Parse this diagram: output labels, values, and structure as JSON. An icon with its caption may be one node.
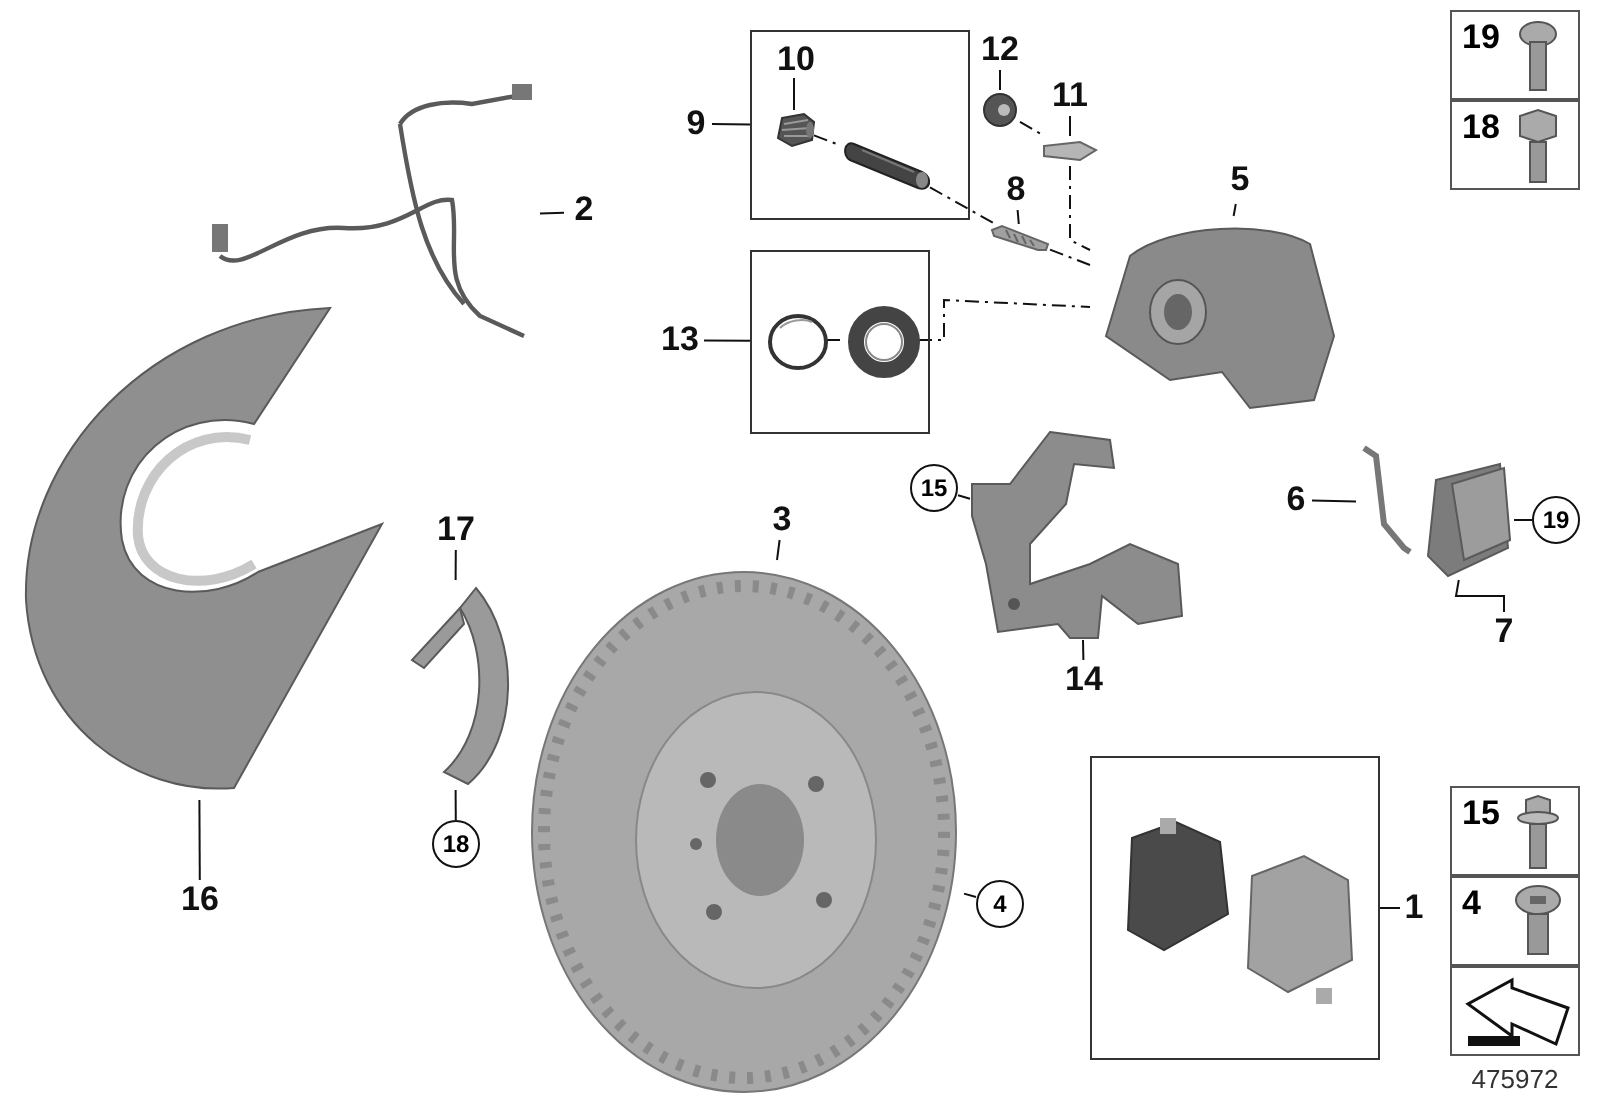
{
  "diagram": {
    "nodes": [
      {
        "text": [
          "2"
        ]
      },
      {
        "text": [],
        "shape": "picture"
      },
      {
        "text": [
          "9"
        ]
      },
      {
        "text": [],
        "shape": "box"
      },
      {
        "text": [
          "10"
        ],
        "in": 3
      },
      {
        "text": [],
        "shape": "picture",
        "in": 3
      },
      {
        "text": [],
        "shape": "picture",
        "in": 3
      },
      {
        "text": [
          "12"
        ]
      },
      {
        "text": [],
        "shape": "picture"
      },
      {
        "text": [
          "11"
        ]
      },
      {
        "text": [],
        "shape": "picture"
      },
      {
        "text": [
          "8"
        ]
      },
      {
        "text": [],
        "shape": "picture"
      },
      {
        "text": [
          "5"
        ]
      },
      {
        "text": [],
        "shape": "picture"
      },
      {
        "text": [
          "13"
        ]
      },
      {
        "text": [],
        "shape": "box"
      },
      {
        "text": [],
        "shape": "picture",
        "in": 16
      },
      {
        "text": [],
        "shape": "picture",
        "in": 16
      },
      {
        "text": [
          "19"
        ]
      },
      {
        "text": [
          "18"
        ]
      },
      {
        "text": [
          "3"
        ]
      },
      {
        "text": [],
        "shape": "picture"
      },
      {
        "text": [
          "15"
        ]
      },
      {
        "text": [
          "14"
        ]
      },
      {
        "text": [],
        "shape": "picture"
      },
      {
        "text": [
          "6"
        ]
      },
      {
        "text": [],
        "shape": "picture"
      },
      {
        "text": [
          "19"
        ]
      },
      {
        "text": [],
        "shape": "picture"
      },
      {
        "text": [
          "7"
        ]
      },
      {
        "text": [
          "17"
        ]
      },
      {
        "text": [],
        "shape": "picture"
      },
      {
        "text": [
          "18"
        ]
      },
      {
        "text": [],
        "shape": "picture"
      },
      {
        "text": [
          "16"
        ]
      },
      {
        "text": [
          "4"
        ]
      },
      {
        "text": [
          "1"
        ]
      },
      {
        "text": [],
        "shape": "box"
      },
      {
        "text": [],
        "shape": "picture",
        "in": 38
      },
      {
        "text": [],
        "shape": "picture",
        "in": 38
      },
      {
        "text": [
          "15"
        ]
      },
      {
        "text": [
          "4"
        ]
      },
      {
        "text": [],
        "shape": "box"
      }
    ],
    "edges": [
      {
        "from": 0,
        "to": 1,
        "arrow": "none"
      },
      {
        "from": 2,
        "to": 3,
        "arrow": "none"
      },
      {
        "from": 4,
        "to": 5,
        "arrow": "none"
      },
      {
        "from": 7,
        "to": 8,
        "arrow": "none"
      },
      {
        "from": 9,
        "to": 10,
        "arrow": "none"
      },
      {
        "from": 11,
        "to": 12,
        "arrow": "none"
      },
      {
        "from": 13,
        "to": 14,
        "arrow": "none"
      },
      {
        "from": 15,
        "to": 16,
        "arrow": "none"
      },
      {
        "from": 21,
        "to": 22,
        "arrow": "none"
      },
      {
        "from": 23,
        "to": 25,
        "arrow": "none"
      },
      {
        "from": 24,
        "to": 25,
        "arrow": "none"
      },
      {
        "from": 26,
        "to": 27,
        "arrow": "none"
      },
      {
        "from": 28,
        "to": 29,
        "arrow": "none"
      },
      {
        "from": 30,
        "to": 29,
        "arrow": "none"
      },
      {
        "from": 31,
        "to": 32,
        "arrow": "none"
      },
      {
        "from": 33,
        "to": 32,
        "arrow": "none"
      },
      {
        "from": 35,
        "to": 34,
        "arrow": "none"
      },
      {
        "from": 36,
        "to": 22,
        "arrow": "none",
        "style": "dashed"
      },
      {
        "from": 37,
        "to": 38,
        "arrow": "none"
      },
      {
        "from": 5,
        "to": 6,
        "arrow": "none",
        "style": "dashed"
      },
      {
        "from": 6,
        "to": 12,
        "arrow": "none",
        "style": "dashed"
      },
      {
        "from": 12,
        "to": 14,
        "arrow": "none",
        "style": "dashed"
      },
      {
        "from": 8,
        "to": 10,
        "arrow": "none",
        "style": "dashed"
      },
      {
        "from": 10,
        "to": 14,
        "arrow": "none",
        "style": "dashed"
      },
      {
        "from": 17,
        "to": 18,
        "arrow": "none",
        "style": "dashed"
      },
      {
        "from": 18,
        "to": 14,
        "arrow": "none",
        "style": "dashed"
      }
    ],
    "labels": [
      "475972"
    ]
  }
}
